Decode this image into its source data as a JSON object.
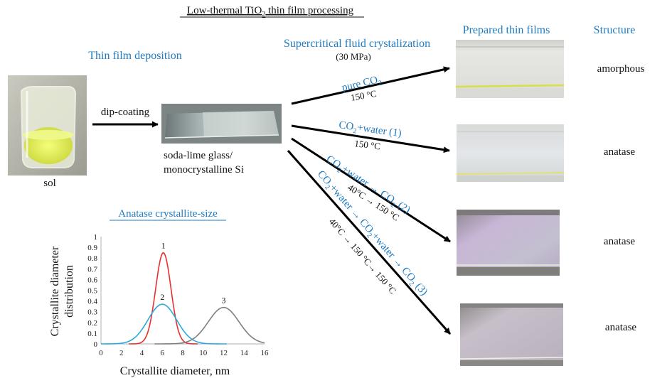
{
  "title_prefix": "Low-thermal TiO",
  "title_sub": "2",
  "title_suffix": " thin film processing",
  "deposition_heading": "Thin film deposition",
  "scf_heading": "Supercritical fluid crystalization",
  "pressure": "(30 MPa)",
  "prepared_heading": "Prepared thin films",
  "structure_heading": "Structure",
  "sol_label": "sol",
  "dip_label": "dip-coating",
  "substrate_line1": "soda-lime glass/",
  "substrate_line2": "monocrystalline Si",
  "routes": [
    {
      "pre": "pure CO",
      "sub": "2",
      "post": "",
      "temp": "150 °C"
    },
    {
      "pre": "CO",
      "sub": "2",
      "post": "+water (1)",
      "temp": "150 °C"
    },
    {
      "pre": "CO",
      "sub": "2",
      "post": "+water ",
      "mid": "CO",
      "sub2": "2",
      "post2": " (2)",
      "temp": "40°C ",
      "temp2": " 150 °C"
    },
    {
      "pre": "CO",
      "sub": "2",
      "post": "+water ",
      "mid": "CO",
      "sub2": "2",
      "post2": "+water ",
      "mid3": "CO",
      "sub3": "2",
      "post3": " (3)",
      "temp": "40°C ",
      "temp2": " 150 °C",
      "temp3": " 150 °C"
    }
  ],
  "structures": [
    "amorphous",
    "anatase",
    "anatase",
    "anatase"
  ],
  "chart_data": {
    "type": "line",
    "title": "Anatase crystallite-size",
    "xlabel": "Crystallite diameter, nm",
    "ylabel_line1": "Crystallite diameter",
    "ylabel_line2": "distribution",
    "xlim": [
      0,
      16
    ],
    "ylim": [
      0,
      1
    ],
    "xticks": [
      "0",
      "2",
      "4",
      "6",
      "8",
      "10",
      "12",
      "14",
      "16"
    ],
    "yticks": [
      "0",
      "0.1",
      "0.2",
      "0.3",
      "0.4",
      "0.5",
      "0.6",
      "0.7",
      "0.8",
      "0.9",
      "1"
    ],
    "series": [
      {
        "label": "1",
        "color": "#e8302f",
        "peak": 6.1,
        "height": 0.85,
        "sigma": 0.75
      },
      {
        "label": "2",
        "color": "#2aa9dc",
        "peak": 6.0,
        "height": 0.37,
        "sigma": 1.4
      },
      {
        "label": "3",
        "color": "#7f7f7f",
        "peak": 12.0,
        "height": 0.34,
        "sigma": 1.5
      }
    ]
  }
}
